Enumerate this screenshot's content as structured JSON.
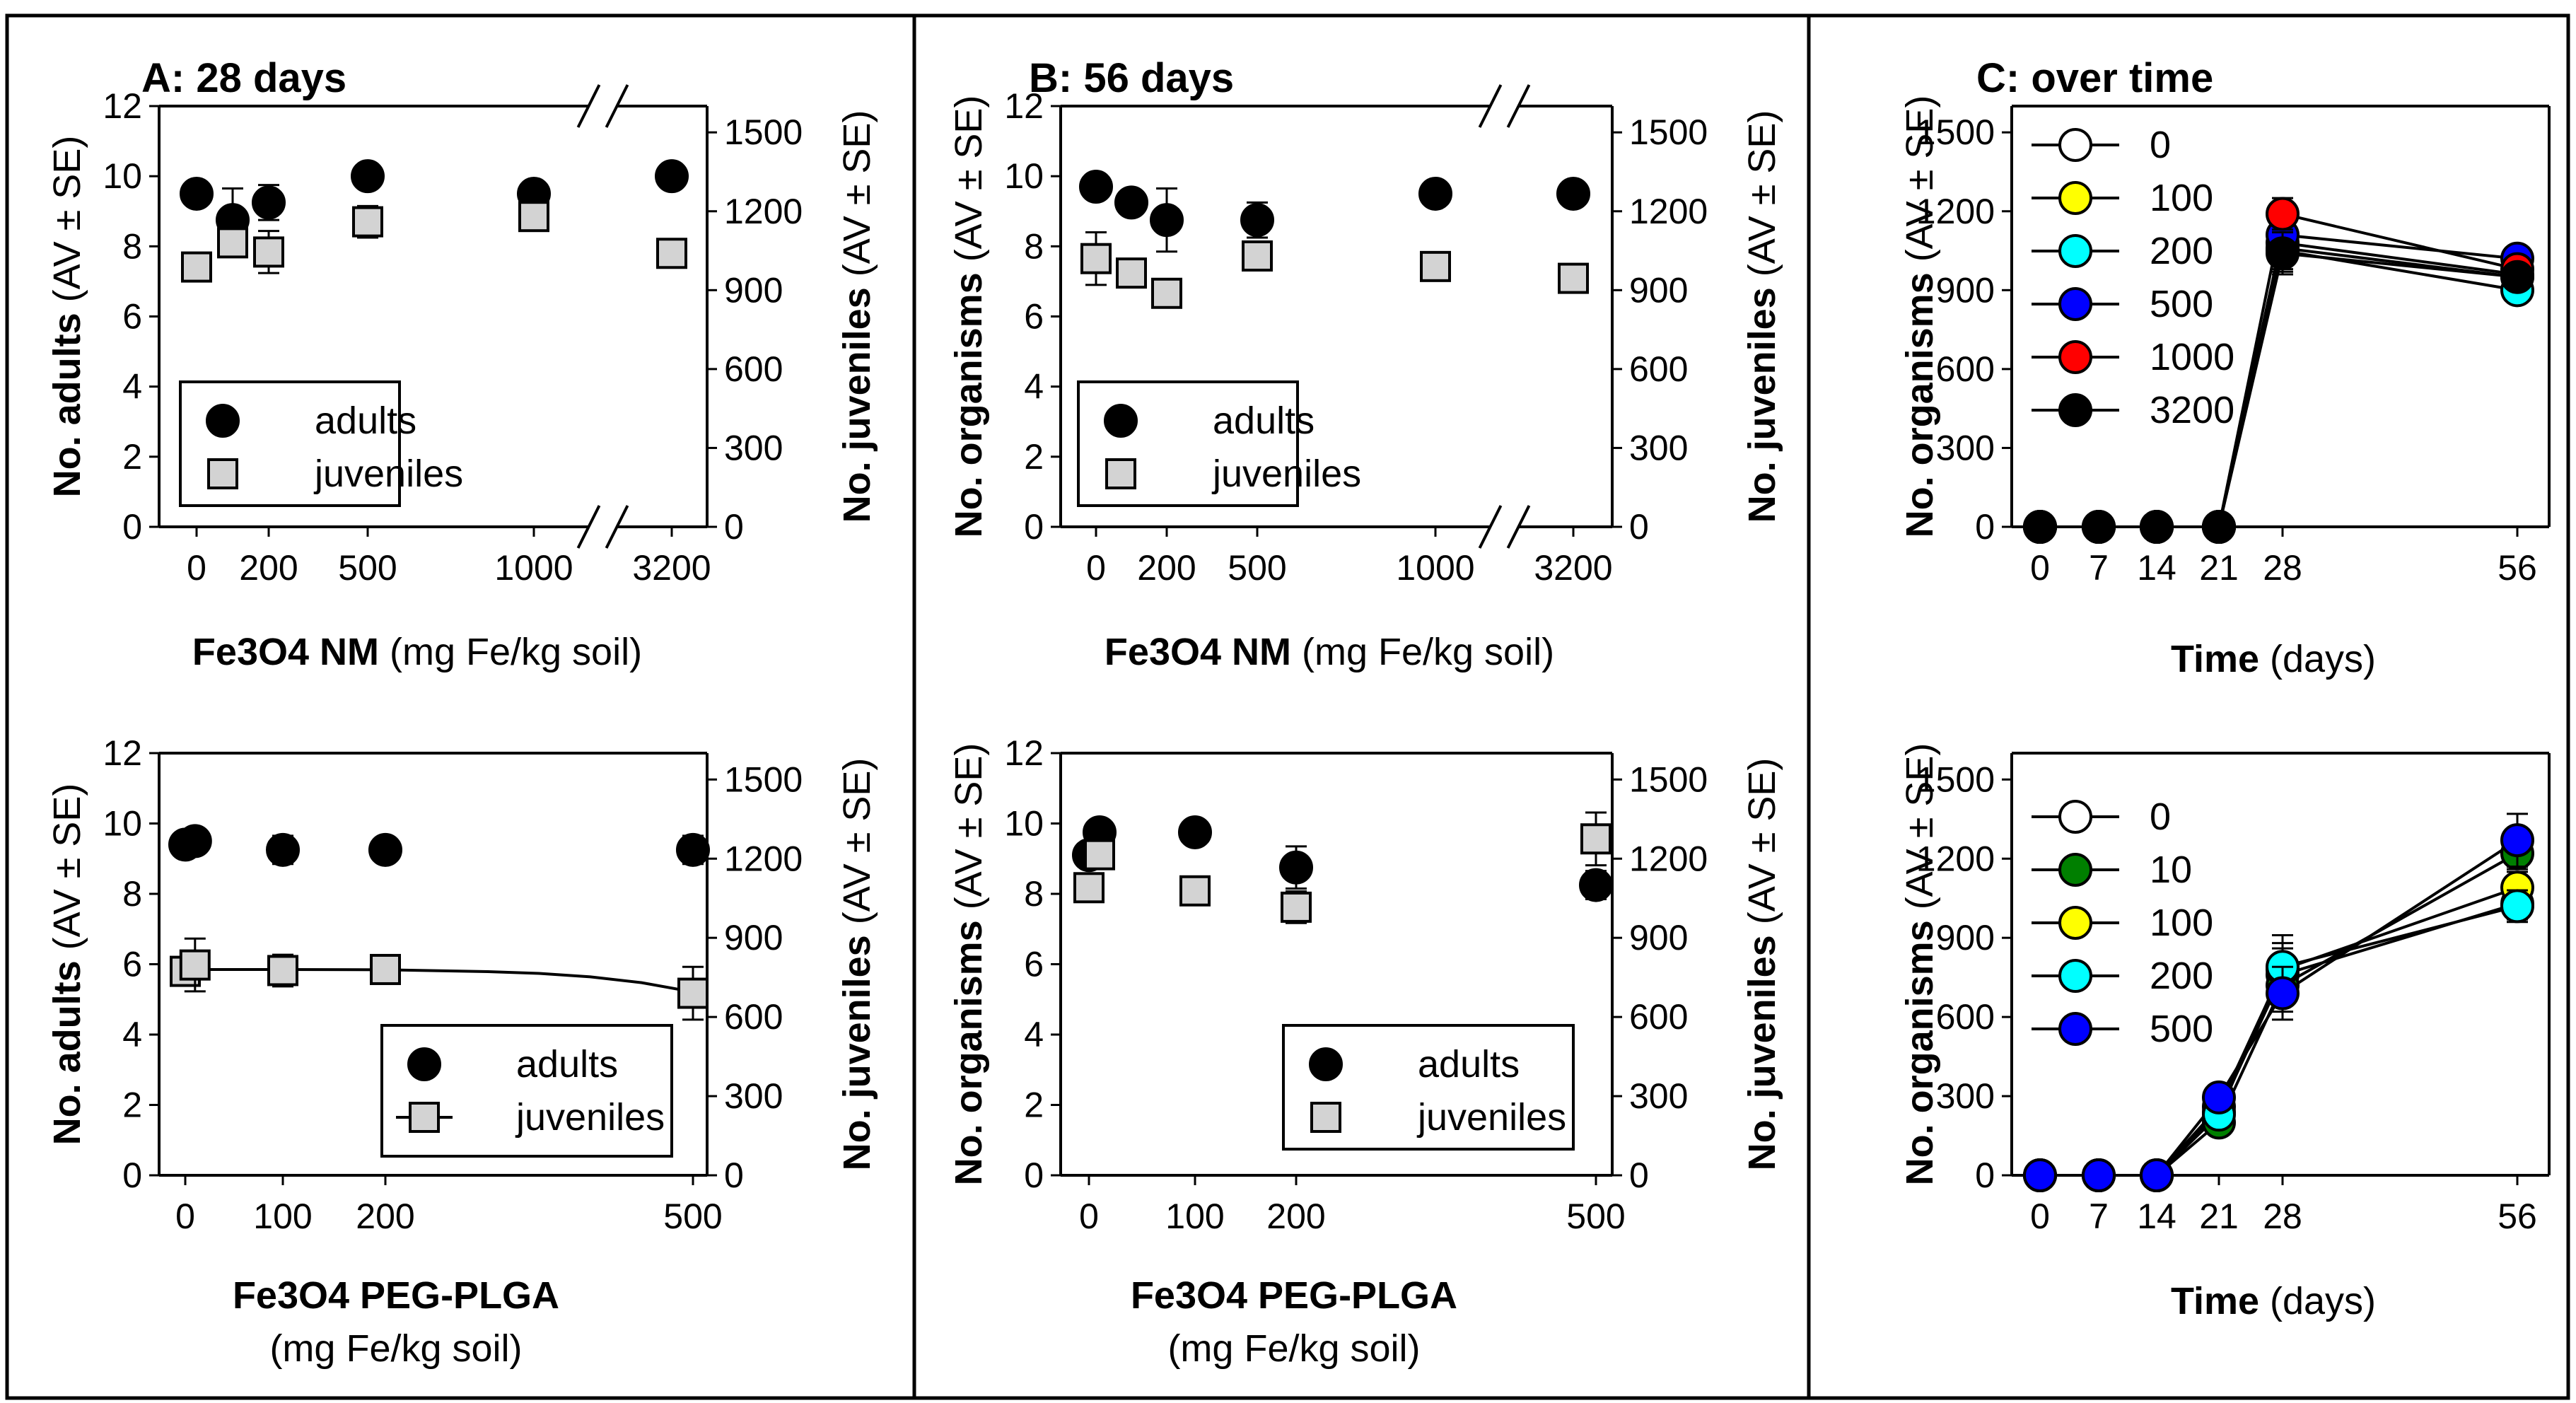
{
  "chart_data": [
    {
      "id": "A1",
      "type": "scatter",
      "title": "A: 28 days",
      "xlabel_bold": "Fe3O4 NM",
      "xlabel_rest": " (mg Fe/kg soil)",
      "ylabel_bold": "No. adults",
      "ylabel_rest": " (AV ± SE)",
      "y2label_bold": "No. juveniles",
      "y2label_rest": " (AV ± SE)",
      "xticks": [
        {
          "label": "0",
          "x": 0
        },
        {
          "label": "200",
          "x": 200
        },
        {
          "label": "500",
          "x": 500
        },
        {
          "label": "1000",
          "x": 1000
        },
        {
          "label": "3200",
          "x": 3200
        }
      ],
      "ylim": [
        0,
        12
      ],
      "yticks": [
        "0",
        "2",
        "4",
        "6",
        "8",
        "10",
        "12"
      ],
      "y2lim": [
        0,
        1600
      ],
      "y2ticks": [
        "0",
        "300",
        "600",
        "900",
        "1200",
        "1500"
      ],
      "axis_break": true,
      "legend": {
        "entries": [
          "adults",
          "juveniles"
        ],
        "placement": "bottom-left"
      },
      "series": [
        {
          "name": "adults",
          "marker": "circle",
          "axis": "left",
          "points": [
            {
              "x": 0,
              "y": 9.5,
              "se": 0
            },
            {
              "x": 100,
              "y": 8.75,
              "se": 0.9
            },
            {
              "x": 200,
              "y": 9.25,
              "se": 0.5
            },
            {
              "x": 500,
              "y": 10,
              "se": 0
            },
            {
              "x": 1000,
              "y": 9.5,
              "se": 0
            },
            {
              "x": 3200,
              "y": 10,
              "se": 0
            }
          ]
        },
        {
          "name": "juveniles",
          "marker": "square",
          "axis": "right",
          "points": [
            {
              "x": 0,
              "y": 988,
              "se": 30
            },
            {
              "x": 100,
              "y": 1080,
              "se": 40
            },
            {
              "x": 200,
              "y": 1045,
              "se": 80
            },
            {
              "x": 500,
              "y": 1160,
              "se": 60
            },
            {
              "x": 1000,
              "y": 1180,
              "se": 30
            },
            {
              "x": 3200,
              "y": 1040,
              "se": 30
            }
          ]
        }
      ]
    },
    {
      "id": "B1",
      "type": "scatter",
      "title": "B: 56 days",
      "xlabel_bold": "Fe3O4 NM",
      "xlabel_rest": " (mg Fe/kg soil)",
      "ylabel_bold": "No. organisms",
      "ylabel_rest": " (AV ± SE)",
      "y2label_bold": "No. juveniles",
      "y2label_rest": " (AV ± SE)",
      "xticks": [
        {
          "label": "0",
          "x": 0
        },
        {
          "label": "200",
          "x": 200
        },
        {
          "label": "500",
          "x": 500
        },
        {
          "label": "1000",
          "x": 1000
        },
        {
          "label": "3200",
          "x": 3200
        }
      ],
      "ylim": [
        0,
        12
      ],
      "yticks": [
        "0",
        "2",
        "4",
        "6",
        "8",
        "10",
        "12"
      ],
      "y2lim": [
        0,
        1600
      ],
      "y2ticks": [
        "0",
        "300",
        "600",
        "900",
        "1200",
        "1500"
      ],
      "axis_break": true,
      "legend": {
        "entries": [
          "adults",
          "juveniles"
        ],
        "placement": "bottom-left"
      },
      "series": [
        {
          "name": "adults",
          "marker": "circle",
          "axis": "left",
          "points": [
            {
              "x": 0,
              "y": 9.7,
              "se": 0
            },
            {
              "x": 100,
              "y": 9.25,
              "se": 0.3
            },
            {
              "x": 200,
              "y": 8.75,
              "se": 0.9
            },
            {
              "x": 500,
              "y": 8.75,
              "se": 0.5
            },
            {
              "x": 1000,
              "y": 9.5,
              "se": 0
            },
            {
              "x": 3200,
              "y": 9.5,
              "se": 0
            }
          ]
        },
        {
          "name": "juveniles",
          "marker": "square",
          "axis": "right",
          "points": [
            {
              "x": 0,
              "y": 1020,
              "se": 100
            },
            {
              "x": 100,
              "y": 965,
              "se": 40
            },
            {
              "x": 200,
              "y": 888,
              "se": 30
            },
            {
              "x": 500,
              "y": 1030,
              "se": 40
            },
            {
              "x": 1000,
              "y": 990,
              "se": 40
            },
            {
              "x": 3200,
              "y": 945,
              "se": 30
            }
          ]
        }
      ]
    },
    {
      "id": "C1",
      "type": "line",
      "title": "C: over time",
      "xlabel_bold": "Time",
      "xlabel_rest": " (days)",
      "ylabel_bold": "No. organisms",
      "ylabel_rest": " (AV ± SE)",
      "xticks": [
        {
          "label": "0",
          "x": 0
        },
        {
          "label": "7",
          "x": 7
        },
        {
          "label": "14",
          "x": 14
        },
        {
          "label": "21",
          "x": 21
        },
        {
          "label": "28",
          "x": 28
        },
        {
          "label": "56",
          "x": 56
        }
      ],
      "ylim": [
        0,
        1600
      ],
      "yticks": [
        "0",
        "300",
        "600",
        "900",
        "1200",
        "1500"
      ],
      "legend": {
        "entries": [
          "0",
          "100",
          "200",
          "500",
          "1000",
          "3200"
        ],
        "placement": "top-left"
      },
      "series": [
        {
          "name": "0",
          "color": "#ffffff",
          "points": [
            {
              "x": 0,
              "y": 0
            },
            {
              "x": 7,
              "y": 0
            },
            {
              "x": 14,
              "y": 0
            },
            {
              "x": 21,
              "y": 0
            },
            {
              "x": 28,
              "y": 1060,
              "se": 80
            },
            {
              "x": 56,
              "y": 950,
              "se": 40
            }
          ]
        },
        {
          "name": "100",
          "color": "#ffff00",
          "points": [
            {
              "x": 0,
              "y": 0
            },
            {
              "x": 7,
              "y": 0
            },
            {
              "x": 14,
              "y": 0
            },
            {
              "x": 21,
              "y": 0
            },
            {
              "x": 28,
              "y": 1080,
              "se": 80
            },
            {
              "x": 56,
              "y": 960,
              "se": 40
            }
          ]
        },
        {
          "name": "200",
          "color": "#00ffff",
          "points": [
            {
              "x": 0,
              "y": 0
            },
            {
              "x": 7,
              "y": 0
            },
            {
              "x": 14,
              "y": 0
            },
            {
              "x": 21,
              "y": 0
            },
            {
              "x": 28,
              "y": 1050,
              "se": 80
            },
            {
              "x": 56,
              "y": 900,
              "se": 40
            }
          ]
        },
        {
          "name": "500",
          "color": "#0000ff",
          "points": [
            {
              "x": 0,
              "y": 0
            },
            {
              "x": 7,
              "y": 0
            },
            {
              "x": 14,
              "y": 0
            },
            {
              "x": 21,
              "y": 0
            },
            {
              "x": 28,
              "y": 1110,
              "se": 80
            },
            {
              "x": 56,
              "y": 1020,
              "se": 40
            }
          ]
        },
        {
          "name": "1000",
          "color": "#ff0000",
          "points": [
            {
              "x": 0,
              "y": 0
            },
            {
              "x": 7,
              "y": 0
            },
            {
              "x": 14,
              "y": 0
            },
            {
              "x": 21,
              "y": 0
            },
            {
              "x": 28,
              "y": 1190,
              "se": 60
            },
            {
              "x": 56,
              "y": 980,
              "se": 40
            }
          ]
        },
        {
          "name": "3200",
          "color": "#000000",
          "points": [
            {
              "x": 0,
              "y": 0
            },
            {
              "x": 7,
              "y": 0
            },
            {
              "x": 14,
              "y": 0
            },
            {
              "x": 21,
              "y": 0
            },
            {
              "x": 28,
              "y": 1040,
              "se": 80
            },
            {
              "x": 56,
              "y": 950,
              "se": 40
            }
          ]
        }
      ]
    },
    {
      "id": "A2",
      "type": "scatter",
      "title": "",
      "xlabel_bold": "Fe3O4 PEG-PLGA",
      "xlabel_line2": "(mg Fe/kg soil)",
      "ylabel_bold": "No. adults",
      "ylabel_rest": " (AV ± SE)",
      "y2label_bold": "No. juveniles",
      "y2label_rest": " (AV ± SE)",
      "xticks": [
        {
          "label": "0",
          "x": 0
        },
        {
          "label": "100",
          "x": 100
        },
        {
          "label": "200",
          "x": 200
        },
        {
          "label": "500",
          "x": 500
        }
      ],
      "ylim": [
        0,
        12
      ],
      "yticks": [
        "0",
        "2",
        "4",
        "6",
        "8",
        "10",
        "12"
      ],
      "y2lim": [
        0,
        1600
      ],
      "y2ticks": [
        "0",
        "300",
        "600",
        "900",
        "1200",
        "1500"
      ],
      "legend": {
        "entries": [
          "adults",
          "juveniles"
        ],
        "placement": "bottom-right"
      },
      "fit_curve": {
        "series": "juveniles",
        "points": [
          [
            0,
            780
          ],
          [
            100,
            780
          ],
          [
            200,
            779
          ],
          [
            300,
            772
          ],
          [
            350,
            765
          ],
          [
            400,
            752
          ],
          [
            450,
            730
          ],
          [
            500,
            695
          ]
        ]
      },
      "series": [
        {
          "name": "adults",
          "marker": "circle",
          "axis": "left",
          "points": [
            {
              "x": 0,
              "y": 9.4,
              "se": 0
            },
            {
              "x": 10,
              "y": 9.5,
              "se": 0
            },
            {
              "x": 100,
              "y": 9.25,
              "se": 0.4
            },
            {
              "x": 200,
              "y": 9.25,
              "se": 0
            },
            {
              "x": 500,
              "y": 9.25,
              "se": 0.4
            }
          ]
        },
        {
          "name": "juveniles",
          "marker": "square",
          "axis": "right",
          "points": [
            {
              "x": 0,
              "y": 773,
              "se": 40
            },
            {
              "x": 10,
              "y": 797,
              "se": 100
            },
            {
              "x": 100,
              "y": 776,
              "se": 60
            },
            {
              "x": 200,
              "y": 780,
              "se": 30
            },
            {
              "x": 500,
              "y": 690,
              "se": 100
            }
          ]
        }
      ]
    },
    {
      "id": "B2",
      "type": "scatter",
      "title": "",
      "xlabel_bold": "Fe3O4 PEG-PLGA",
      "xlabel_line2": "(mg Fe/kg soil)",
      "ylabel_bold": "No. organisms",
      "ylabel_rest": " (AV ± SE)",
      "y2label_bold": "No. juveniles",
      "y2label_rest": " (AV ± SE)",
      "xticks": [
        {
          "label": "0",
          "x": 0
        },
        {
          "label": "100",
          "x": 100
        },
        {
          "label": "200",
          "x": 200
        },
        {
          "label": "500",
          "x": 500
        }
      ],
      "ylim": [
        0,
        12
      ],
      "yticks": [
        "0",
        "2",
        "4",
        "6",
        "8",
        "10",
        "12"
      ],
      "y2lim": [
        0,
        1600
      ],
      "y2ticks": [
        "0",
        "300",
        "600",
        "900",
        "1200",
        "1500"
      ],
      "legend": {
        "entries": [
          "adults",
          "juveniles"
        ],
        "placement": "bottom-right"
      },
      "series": [
        {
          "name": "adults",
          "marker": "circle",
          "axis": "left",
          "points": [
            {
              "x": 0,
              "y": 9.1,
              "se": 0.3
            },
            {
              "x": 10,
              "y": 9.75,
              "se": 0
            },
            {
              "x": 100,
              "y": 9.75,
              "se": 0
            },
            {
              "x": 200,
              "y": 8.75,
              "se": 0.6
            },
            {
              "x": 500,
              "y": 8.25,
              "se": 0.4
            }
          ]
        },
        {
          "name": "juveniles",
          "marker": "square",
          "axis": "right",
          "points": [
            {
              "x": 0,
              "y": 1090,
              "se": 40
            },
            {
              "x": 10,
              "y": 1215,
              "se": 40
            },
            {
              "x": 100,
              "y": 1078,
              "se": 30
            },
            {
              "x": 200,
              "y": 1016,
              "se": 60
            },
            {
              "x": 500,
              "y": 1275,
              "se": 100
            }
          ]
        }
      ]
    },
    {
      "id": "C2",
      "type": "line",
      "title": "",
      "xlabel_bold": "Time",
      "xlabel_rest": " (days)",
      "ylabel_bold": "No. organisms",
      "ylabel_rest": " (AV ± SE)",
      "xticks": [
        {
          "label": "0",
          "x": 0
        },
        {
          "label": "7",
          "x": 7
        },
        {
          "label": "14",
          "x": 14
        },
        {
          "label": "21",
          "x": 21
        },
        {
          "label": "28",
          "x": 28
        },
        {
          "label": "56",
          "x": 56
        }
      ],
      "ylim": [
        0,
        1600
      ],
      "yticks": [
        "0",
        "300",
        "600",
        "900",
        "1200",
        "1500"
      ],
      "legend": {
        "entries": [
          "0",
          "10",
          "100",
          "200",
          "500"
        ],
        "placement": "top-left"
      },
      "series": [
        {
          "name": "0",
          "color": "#ffffff",
          "points": [
            {
              "x": 0,
              "y": 0
            },
            {
              "x": 7,
              "y": 0
            },
            {
              "x": 14,
              "y": 0
            },
            {
              "x": 21,
              "y": 240,
              "se": 30
            },
            {
              "x": 28,
              "y": 760,
              "se": 100
            },
            {
              "x": 56,
              "y": 1030,
              "se": 60
            }
          ]
        },
        {
          "name": "10",
          "color": "#007f00",
          "points": [
            {
              "x": 0,
              "y": 0
            },
            {
              "x": 7,
              "y": 0
            },
            {
              "x": 14,
              "y": 0
            },
            {
              "x": 21,
              "y": 200,
              "se": 30
            },
            {
              "x": 28,
              "y": 720,
              "se": 100
            },
            {
              "x": 56,
              "y": 1220,
              "se": 60
            }
          ]
        },
        {
          "name": "100",
          "color": "#ffff00",
          "points": [
            {
              "x": 0,
              "y": 0
            },
            {
              "x": 7,
              "y": 0
            },
            {
              "x": 14,
              "y": 0
            },
            {
              "x": 21,
              "y": 260,
              "se": 30
            },
            {
              "x": 28,
              "y": 780,
              "se": 100
            },
            {
              "x": 56,
              "y": 1090,
              "se": 60
            }
          ]
        },
        {
          "name": "200",
          "color": "#00ffff",
          "points": [
            {
              "x": 0,
              "y": 0
            },
            {
              "x": 7,
              "y": 0
            },
            {
              "x": 14,
              "y": 0
            },
            {
              "x": 21,
              "y": 230,
              "se": 30
            },
            {
              "x": 28,
              "y": 790,
              "se": 120
            },
            {
              "x": 56,
              "y": 1020,
              "se": 60
            }
          ]
        },
        {
          "name": "500",
          "color": "#0000ff",
          "points": [
            {
              "x": 0,
              "y": 0
            },
            {
              "x": 7,
              "y": 0
            },
            {
              "x": 14,
              "y": 0
            },
            {
              "x": 21,
              "y": 295,
              "se": 30
            },
            {
              "x": 28,
              "y": 690,
              "se": 100
            },
            {
              "x": 56,
              "y": 1270,
              "se": 100
            }
          ]
        }
      ]
    }
  ]
}
